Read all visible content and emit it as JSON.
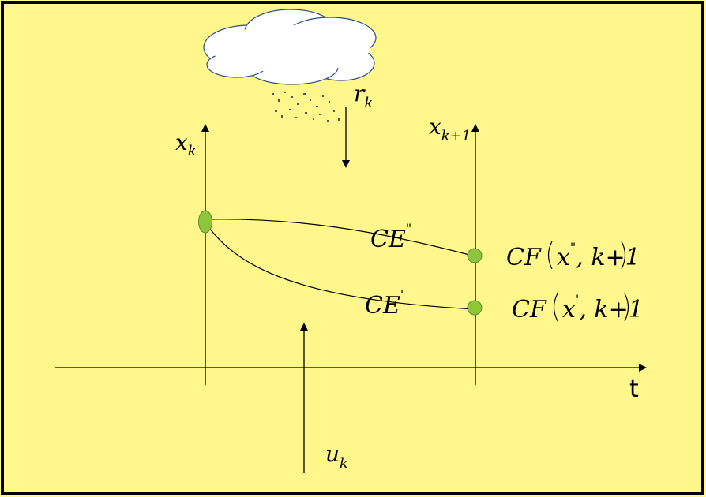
{
  "colors": {
    "background": "#FFF78C",
    "frame": "#000000",
    "node_fill": "#8CC63F",
    "cloud_fill": "#FFFFFF",
    "cloud_stroke": "#2B4C8C"
  },
  "labels": {
    "x_k": {
      "base": "x",
      "sub": "k"
    },
    "x_k1": {
      "base": "x",
      "sub": "k+1"
    },
    "r_k": {
      "base": "r",
      "sub": "k"
    },
    "u_k": {
      "base": "u",
      "sub": "k"
    },
    "t_axis": "t",
    "ce_upper": {
      "base": "CE",
      "sup": "\""
    },
    "ce_lower": {
      "base": "CE",
      "sup": "'"
    },
    "cf_upper": {
      "pre": "CF",
      "x": "x",
      "sup": "\"",
      "post": ", k+1"
    },
    "cf_lower": {
      "pre": "CF",
      "x": "x",
      "sup": "'",
      "post": ", k+1"
    }
  },
  "icons": {
    "cloud": "rain-cloud-icon"
  }
}
